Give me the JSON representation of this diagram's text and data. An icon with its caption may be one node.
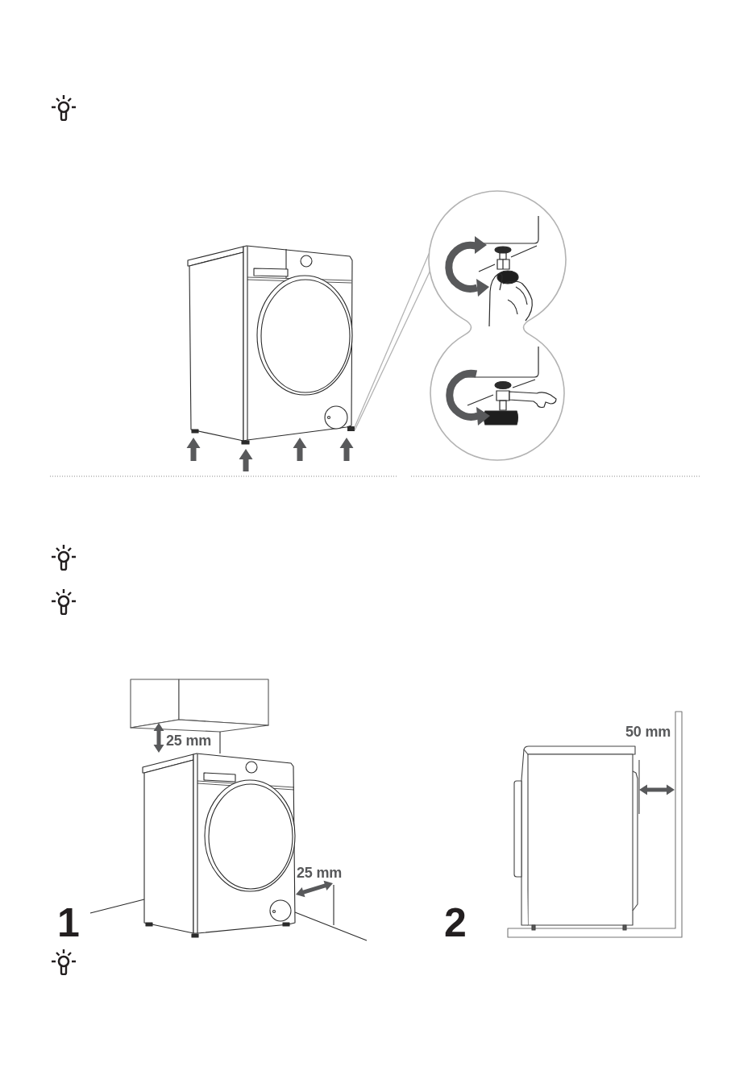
{
  "diagram": {
    "nodes": [
      {
        "text": [],
        "shape": "box"
      },
      {
        "text": [],
        "shape": "picture"
      }
    ],
    "edges": [
      {
        "from": 0,
        "to": 1,
        "arrow": "none"
      }
    ],
    "labels": [
      "25 mm",
      "25 mm",
      "1",
      "50 mm",
      "2"
    ]
  }
}
